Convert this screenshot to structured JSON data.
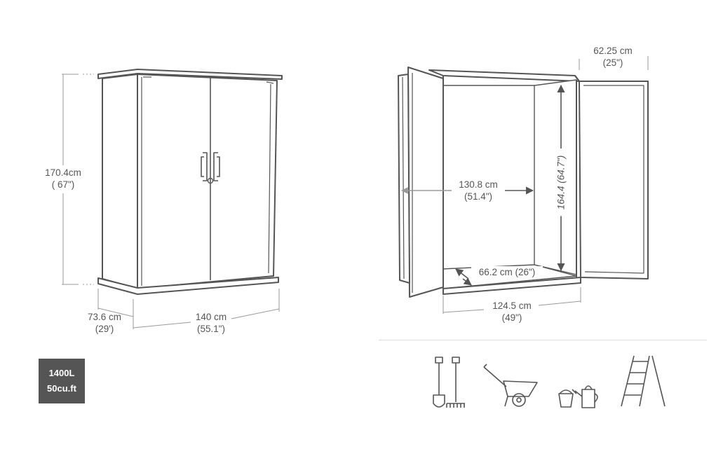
{
  "closed_view": {
    "height_cm": "170.4cm",
    "height_in": "( 67\")",
    "depth_cm": "73.6 cm",
    "depth_in": "(29')",
    "width_cm": "140 cm",
    "width_in": "(55.1\")"
  },
  "open_view": {
    "door_cm": "62.25 cm",
    "door_in": "(25\")",
    "inner_width_cm": "130.8 cm",
    "inner_width_in": "(51.4\")",
    "inner_height": "164.4 (64.7\")",
    "floor_depth": "66.2 cm (26\")",
    "floor_width_cm": "124.5 cm",
    "floor_width_in": "(49\")"
  },
  "capacity": {
    "liters": "1400L",
    "cubic_feet": "50cu.ft"
  },
  "storage_icons": [
    "shovel-and-rake-icon",
    "wheelbarrow-icon",
    "bucket-and-watering-can-icon",
    "ladder-icon"
  ],
  "colors": {
    "line": "#555555",
    "dimension_line": "#9a9a9a",
    "badge": "#555555"
  }
}
